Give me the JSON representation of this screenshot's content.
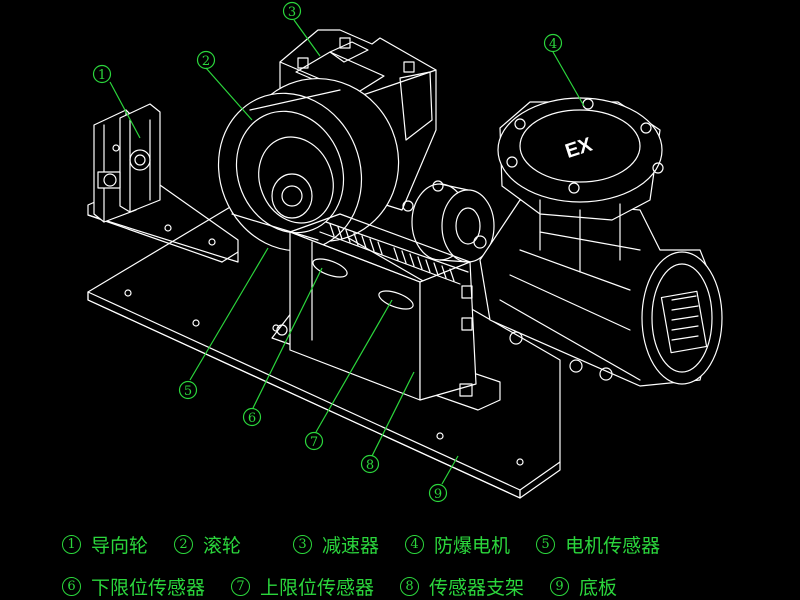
{
  "callouts": [
    {
      "num": "1",
      "label": "导向轮"
    },
    {
      "num": "2",
      "label": "滚轮"
    },
    {
      "num": "3",
      "label": "减速器"
    },
    {
      "num": "4",
      "label": "防爆电机"
    },
    {
      "num": "5",
      "label": "电机传感器"
    },
    {
      "num": "6",
      "label": "下限位传感器"
    },
    {
      "num": "7",
      "label": "上限位传感器"
    },
    {
      "num": "8",
      "label": "传感器支架"
    },
    {
      "num": "9",
      "label": "底板"
    }
  ],
  "motor_cover_text": "EX",
  "colors": {
    "background": "#000000",
    "drawing": "#ffffff",
    "annotation": "#2bd63c"
  }
}
